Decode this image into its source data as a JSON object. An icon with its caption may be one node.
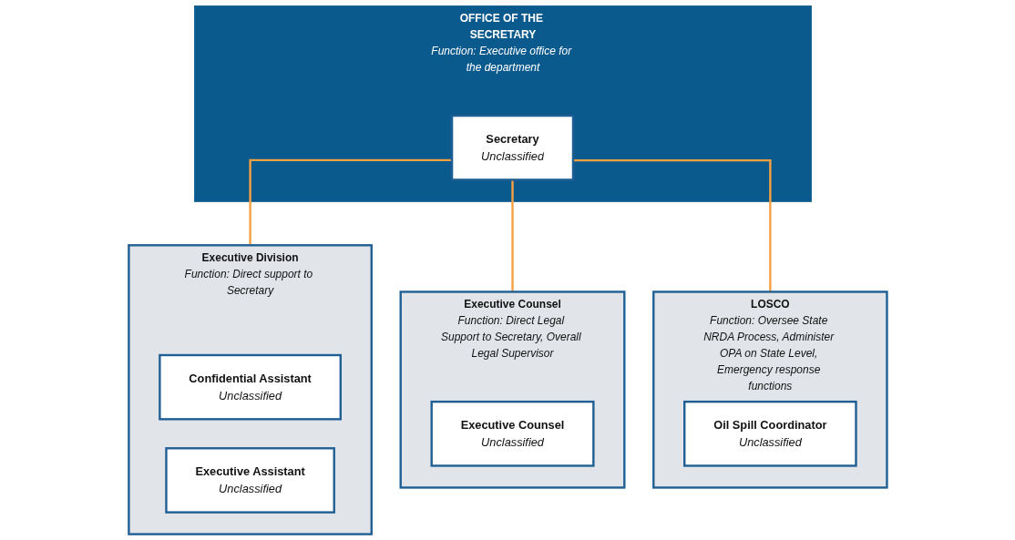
{
  "diagram": {
    "nodes": [
      {
        "text": [
          "OFFICE OF THE SECRETARY",
          "Function: Executive office for the department"
        ]
      },
      {
        "text": [
          "Secretary",
          "Unclassified"
        ],
        "in": 0
      },
      {
        "text": [
          "Executive Division",
          "Function: Direct support to Secretary"
        ]
      },
      {
        "text": [
          "Confidential Assistant",
          "Unclassified"
        ],
        "in": 2
      },
      {
        "text": [
          "Executive Assistant",
          "Unclassified"
        ],
        "in": 2
      },
      {
        "text": [
          "Executive Counsel",
          "Function: Direct Legal Support to Secretary, Overall Legal Supervisor"
        ]
      },
      {
        "text": [
          "Executive Counsel",
          "Unclassified"
        ],
        "in": 5
      },
      {
        "text": [
          "LOSCO",
          "Function: Oversee State NRDA Process, Administer OPA on State Level, Emergency response functions"
        ]
      },
      {
        "text": [
          "Oil Spill Coordinator",
          "Unclassified"
        ],
        "in": 7
      }
    ],
    "edges": [
      {
        "from": 1,
        "to": 2,
        "arrow": "none"
      },
      {
        "from": 1,
        "to": 5,
        "arrow": "none"
      },
      {
        "from": 1,
        "to": 7,
        "arrow": "none"
      }
    ]
  }
}
